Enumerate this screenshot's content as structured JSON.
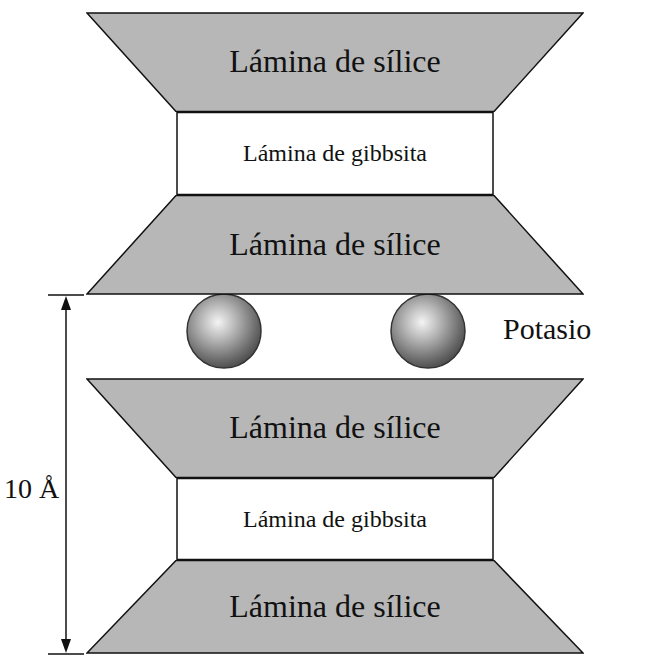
{
  "diagram": {
    "nodes": [
      {
        "text": [
          "Lámina de sílice"
        ]
      },
      {
        "text": [
          "Lámina de gibbsita"
        ]
      },
      {
        "text": [
          "Lámina de sílice"
        ]
      },
      {
        "text": [
          "Lámina de sílice"
        ]
      },
      {
        "text": [
          "Lámina de gibbsita"
        ]
      },
      {
        "text": [
          "Lámina de sílice"
        ]
      }
    ],
    "labels": [
      "Potasio",
      "10 Å"
    ]
  }
}
